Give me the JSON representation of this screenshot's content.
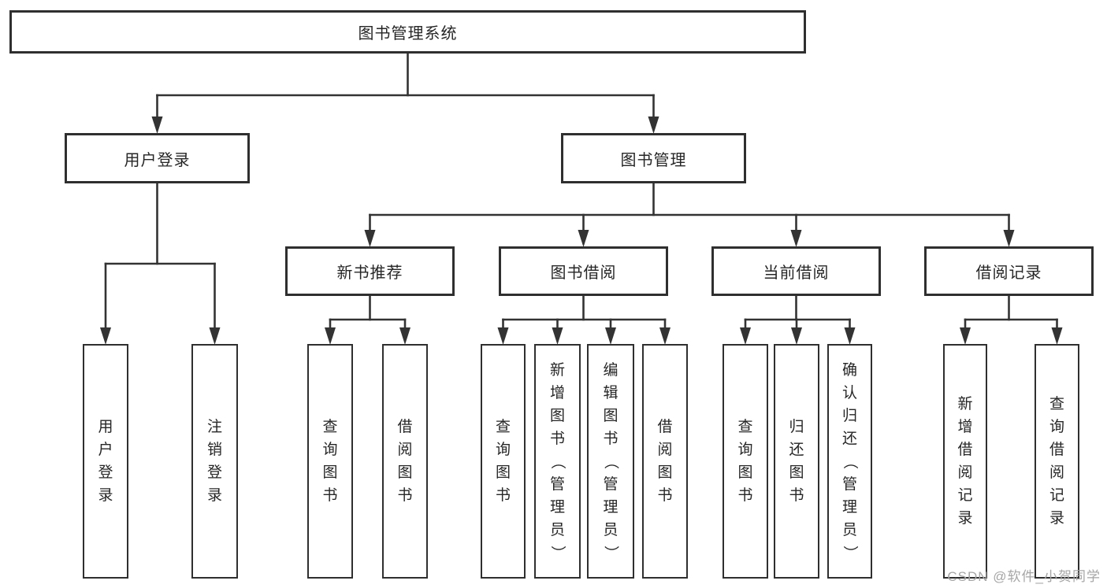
{
  "diagram": {
    "title": "图书管理系统",
    "watermark": "CSDN @软件_小贺同学",
    "colors": {
      "line": "#333333",
      "box_border": "#2f2f2f",
      "text": "#262626",
      "watermark": "#a6a6a6",
      "background": "#ffffff"
    },
    "nodes": [
      {
        "id": "root",
        "label": "图书管理系统",
        "parent": null
      },
      {
        "id": "user-login-group",
        "label": "用户登录",
        "parent": "root"
      },
      {
        "id": "book-mgmt",
        "label": "图书管理",
        "parent": "root"
      },
      {
        "id": "user-login",
        "label": "用户登录",
        "parent": "user-login-group"
      },
      {
        "id": "logout",
        "label": "注销登录",
        "parent": "user-login-group"
      },
      {
        "id": "new-book-rec",
        "label": "新书推荐",
        "parent": "book-mgmt"
      },
      {
        "id": "book-borrow",
        "label": "图书借阅",
        "parent": "book-mgmt"
      },
      {
        "id": "current-borrow",
        "label": "当前借阅",
        "parent": "book-mgmt"
      },
      {
        "id": "borrow-records",
        "label": "借阅记录",
        "parent": "book-mgmt"
      },
      {
        "id": "query-books-1",
        "label": "查询图书",
        "parent": "new-book-rec"
      },
      {
        "id": "borrow-books-1",
        "label": "借阅图书",
        "parent": "new-book-rec"
      },
      {
        "id": "query-books-2",
        "label": "查询图书",
        "parent": "book-borrow"
      },
      {
        "id": "add-books",
        "label": "新增图书（管理员）",
        "parent": "book-borrow"
      },
      {
        "id": "edit-books",
        "label": "编辑图书（管理员）",
        "parent": "book-borrow"
      },
      {
        "id": "borrow-books-2",
        "label": "借阅图书",
        "parent": "book-borrow"
      },
      {
        "id": "query-books-3",
        "label": "查询图书",
        "parent": "current-borrow"
      },
      {
        "id": "return-books",
        "label": "归还图书",
        "parent": "current-borrow"
      },
      {
        "id": "confirm-return",
        "label": "确认归还（管理员）",
        "parent": "current-borrow"
      },
      {
        "id": "add-borrow-record",
        "label": "新增借阅记录",
        "parent": "borrow-records"
      },
      {
        "id": "query-borrow-record",
        "label": "查询借阅记录",
        "parent": "borrow-records"
      }
    ]
  }
}
